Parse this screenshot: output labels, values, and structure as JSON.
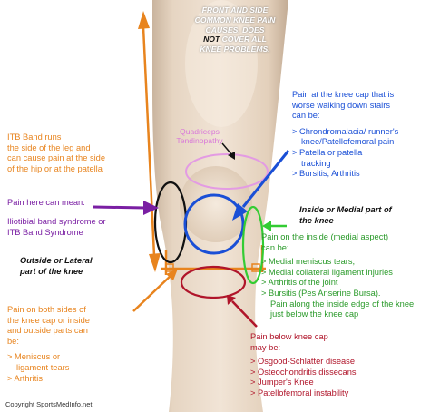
{
  "top_note": {
    "line1": "FRONT AND SIDE",
    "line2": "COMMON KNEE PAIN",
    "line3": "CAUSES. DOES",
    "line4_emph": "NOT",
    "line4_rest": " COVER ALL",
    "line5": "KNEE PROBLEMS."
  },
  "itb": {
    "lines": [
      "ITB Band runs",
      "the side of the leg and",
      "can cause pain at the side",
      "of the hip or at the patella"
    ]
  },
  "quadriceps": {
    "line1": "Quadriceps",
    "line2": "Tendinopathy"
  },
  "pain_here": {
    "heading": "Pain here can mean:",
    "lines": [
      "Iliotibial band syndrome or",
      "ITB Band Syndrome"
    ]
  },
  "lateral": {
    "line1": "Outside or Lateral",
    "line2": "part of the knee"
  },
  "kneecap": {
    "intro": [
      "Pain at the knee cap that is",
      "worse walking down stairs",
      "can be:"
    ],
    "items": [
      "> Chrondromalacia/ runner's",
      "knee/Patellofemoral pain",
      "> Patella or patella",
      "tracking",
      "> Bursitis, Arthritis"
    ]
  },
  "medial": {
    "title1": "Inside or Medial part of",
    "title2": "the knee",
    "intro": [
      "Pain on the inside (medial aspect)",
      "can be:"
    ],
    "items": [
      "> Medial meniscus tears,",
      "> Medial collateral ligament injuries",
      "> Arthritis of the joint",
      "> Bursitis (Pes Anserine Bursa).",
      "Pain along the inside edge of the knee",
      "just below the knee cap"
    ]
  },
  "both_sides": {
    "intro": [
      "Pain on both sides of",
      "the knee cap or inside",
      "and outside parts can",
      "be:"
    ],
    "items": [
      "> Meniscus or",
      "ligament tears",
      "> Arthritis"
    ]
  },
  "below": {
    "intro": [
      "Pain below knee cap",
      "may be:"
    ],
    "items": [
      "> Osgood-Schlatter disease",
      "> Osteochondritis dissecans",
      "> Jumper's Knee",
      "> Patellofemoral instability"
    ]
  },
  "copyright": "Copyright SportsMedInfo.net",
  "colors": {
    "orange": "#e8841e",
    "purple": "#7a1fa3",
    "blue": "#1a4fd6",
    "green": "#2a9a2a",
    "red": "#b0152a",
    "pink": "#e39be3",
    "skin": "#e9d9c6"
  }
}
